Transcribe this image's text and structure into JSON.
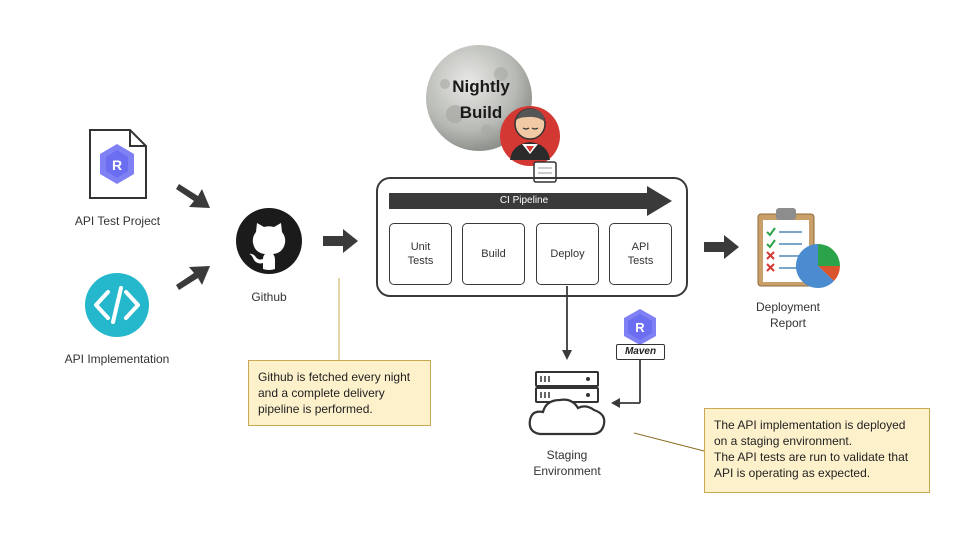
{
  "inputs": {
    "api_test_project": "API Test Project",
    "api_implementation": "API Implementation"
  },
  "github": {
    "label": "Github"
  },
  "nightly_build": {
    "title": "Nightly\nBuild"
  },
  "pipeline": {
    "title": "CI Pipeline",
    "stages": [
      "Unit\nTests",
      "Build",
      "Deploy",
      "API\nTests"
    ]
  },
  "maven": {
    "label": "Maven"
  },
  "staging": {
    "label": "Staging\nEnvironment"
  },
  "report": {
    "label": "Deployment\nReport"
  },
  "notes": {
    "github_note": "Github is fetched every night\nand a complete delivery\npipeline is performed.",
    "deploy_note": "The API implementation is deployed\non a staging environment.\nThe API tests are run to validate that\nAPI is operating as expected."
  },
  "colors": {
    "note_fill": "#fdf1cc",
    "note_border": "#c8a850",
    "robot_blue": "#6b6ef0",
    "code_teal": "#25b8cc",
    "jenkins_red": "#d33833",
    "arrow_dark": "#3a3a3a"
  },
  "icons": [
    "document-r-icon",
    "code-brackets-icon",
    "github-icon",
    "moon-icon",
    "jenkins-icon",
    "robot-r-icon",
    "maven-icon",
    "server-cloud-icon",
    "clipboard-chart-icon"
  ]
}
